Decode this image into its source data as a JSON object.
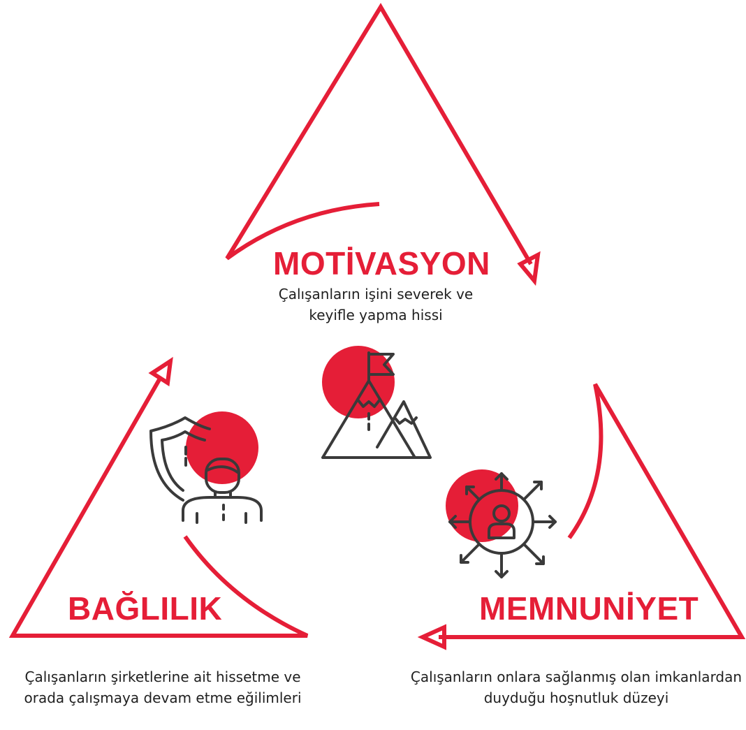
{
  "colors": {
    "accent": "#e51e37",
    "icon": "#3a3a3a",
    "text": "#1f1f1f"
  },
  "sections": {
    "motivation": {
      "title": "MOTİVASYON",
      "desc": "Çalışanların işini severek ve keyifle yapma hissi",
      "icon": "mountain-flag-icon"
    },
    "commitment": {
      "title": "BAĞLILIK",
      "desc": "Çalışanların şirketlerine ait hissetme ve orada çalışmaya devam etme eğilimleri",
      "icon": "shield-person-icon"
    },
    "satisfaction": {
      "title": "MEMNUNİYET",
      "desc": "Çalışanların onlara sağlanmış olan imkanlardan duyduğu hoşnutluk düzeyi",
      "icon": "person-arrows-icon"
    }
  }
}
